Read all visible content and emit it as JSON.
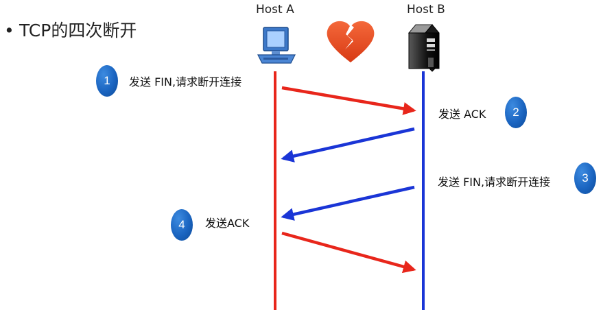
{
  "slide": {
    "bullet": "•",
    "title": "TCP的四次断开"
  },
  "hosts": {
    "a_label": "Host A",
    "b_label": "Host B"
  },
  "icons": {
    "host_a": "desktop-computer-icon",
    "host_b": "server-tower-icon",
    "middle": "broken-heart-icon"
  },
  "colors": {
    "host_a_line": "#e8261b",
    "host_b_line": "#1a35d6",
    "step_badge": "#1a64c0",
    "broken_heart": "#e8522a"
  },
  "steps": [
    {
      "number": "1",
      "label": "发送 FIN,请求断开连接"
    },
    {
      "number": "2",
      "label": "发送 ACK"
    },
    {
      "number": "3",
      "label": "发送 FIN,请求断开连接"
    },
    {
      "number": "4",
      "label": "发送ACK"
    }
  ]
}
